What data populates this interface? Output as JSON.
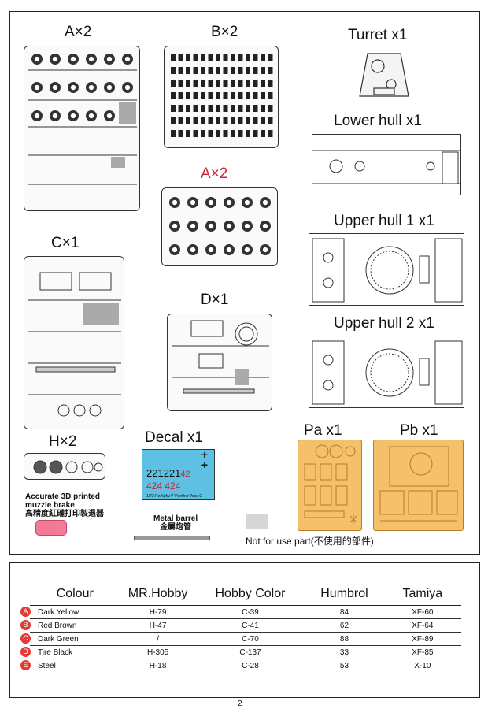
{
  "sprues": {
    "a_top": {
      "label": "A×2"
    },
    "b": {
      "label": "B×2"
    },
    "a_second": {
      "label": "A×2",
      "color": "#c8272d"
    },
    "c": {
      "label": "C×1"
    },
    "d": {
      "label": "D×1"
    },
    "h": {
      "label": "H×2"
    }
  },
  "hull_parts": {
    "turret": "Turret  x1",
    "lower_hull": "Lower hull  x1",
    "upper_hull_1": "Upper hull 1  x1",
    "upper_hull_2": "Upper hull 2  x1"
  },
  "decal": {
    "label": "Decal  x1",
    "line1": "221221",
    "num42": "42",
    "line2": "424  424",
    "footer": "1/72 Pz.Kpfw.V 'Panther' Ausf.G",
    "background_color": "#5ec0e3"
  },
  "photo_etch": {
    "pa_label": "Pa x1",
    "pb_label": "Pb x1",
    "color": "#f5c06a"
  },
  "muzzle": {
    "line1": "Accurate 3D printed",
    "line2": "muzzle brake",
    "line3": "高精度紅礶打印製退器"
  },
  "barrel": {
    "line1": "Metal barrel",
    "line2": "金屬炮管"
  },
  "not_for_use": {
    "text": "Not for use part(不使用的部件)"
  },
  "paint_table": {
    "headers": [
      "Colour",
      "MR.Hobby",
      "Hobby Color",
      "Humbrol",
      "Tamiya"
    ],
    "rows": [
      {
        "badge": "A",
        "name": "Dark Yellow",
        "mr_hobby": "H-79",
        "hobby_color": "C-39",
        "humbrol": "84",
        "tamiya": "XF-60"
      },
      {
        "badge": "B",
        "name": "Red Brown",
        "mr_hobby": "H-47",
        "hobby_color": "C-41",
        "humbrol": "62",
        "tamiya": "XF-64"
      },
      {
        "badge": "C",
        "name": "Dark Green",
        "mr_hobby": "/",
        "hobby_color": "C-70",
        "humbrol": "88",
        "tamiya": "XF-89"
      },
      {
        "badge": "D",
        "name": "Tire Black",
        "mr_hobby": "H-305",
        "hobby_color": "C-137",
        "humbrol": "33",
        "tamiya": "XF-85"
      },
      {
        "badge": "E",
        "name": "Steel",
        "mr_hobby": "H-18",
        "hobby_color": "C-28",
        "humbrol": "53",
        "tamiya": "X-10"
      }
    ]
  },
  "page_number": "2"
}
